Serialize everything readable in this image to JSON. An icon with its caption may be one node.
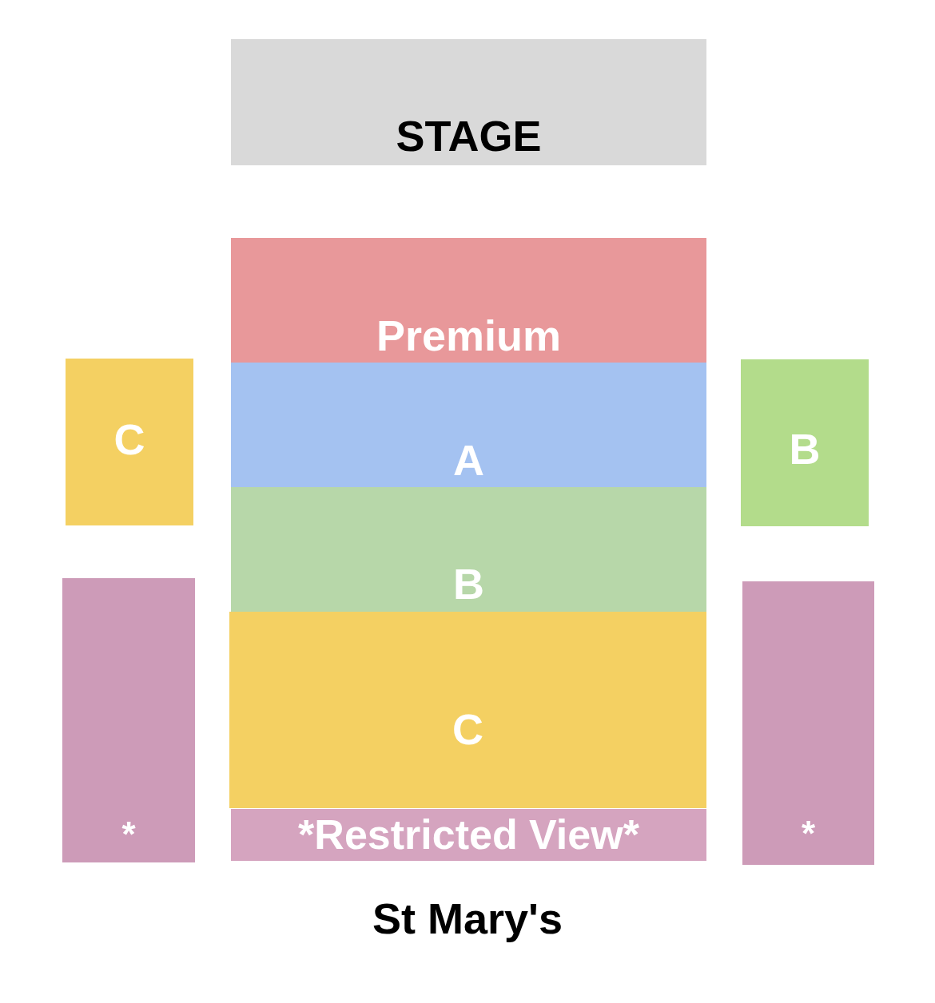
{
  "diagram": {
    "caption": "St Mary's",
    "nodes": [
      {
        "text": [
          "STAGE"
        ]
      },
      {
        "text": [
          "Premium"
        ]
      },
      {
        "text": [
          "C"
        ]
      },
      {
        "text": [
          "B"
        ]
      },
      {
        "text": [
          "A"
        ]
      },
      {
        "text": [
          "B"
        ]
      },
      {
        "text": [
          "*"
        ]
      },
      {
        "text": [
          "*"
        ]
      },
      {
        "text": [
          "C"
        ]
      },
      {
        "text": [
          "*Restricted View*"
        ]
      }
    ]
  }
}
